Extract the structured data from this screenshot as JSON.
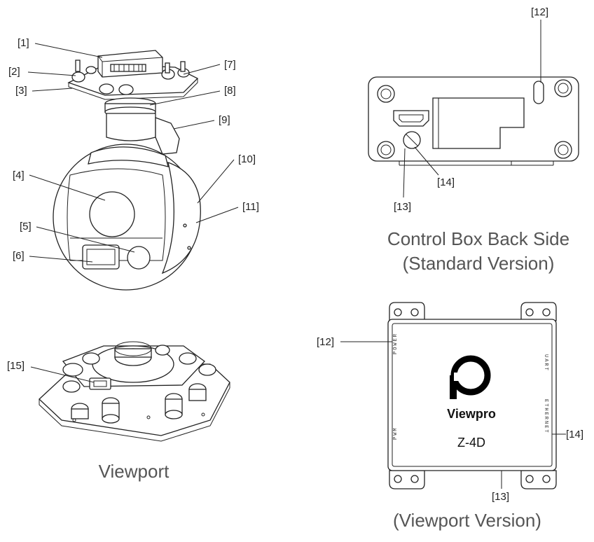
{
  "callouts": {
    "c1": "[1]",
    "c2": "[2]",
    "c3": "[3]",
    "c4": "[4]",
    "c5": "[5]",
    "c6": "[6]",
    "c7": "[7]",
    "c8": "[8]",
    "c9": "[9]",
    "c10": "[10]",
    "c11": "[11]",
    "c12a": "[12]",
    "c13a": "[13]",
    "c14a": "[14]",
    "c15": "[15]",
    "c12b": "[12]",
    "c13b": "[13]",
    "c14b": "[14]"
  },
  "captions": {
    "control_box_line1": "Control Box Back Side",
    "control_box_line2": "(Standard Version)",
    "viewport": "Viewport",
    "viewport_version": "(Viewport Version)"
  },
  "box_front": {
    "brand": "Viewpro",
    "model": "Z-4D",
    "port_power": "POWER",
    "port_pwm": "PWM",
    "port_uart": "UART",
    "port_ethernet": "ETHERNET"
  }
}
